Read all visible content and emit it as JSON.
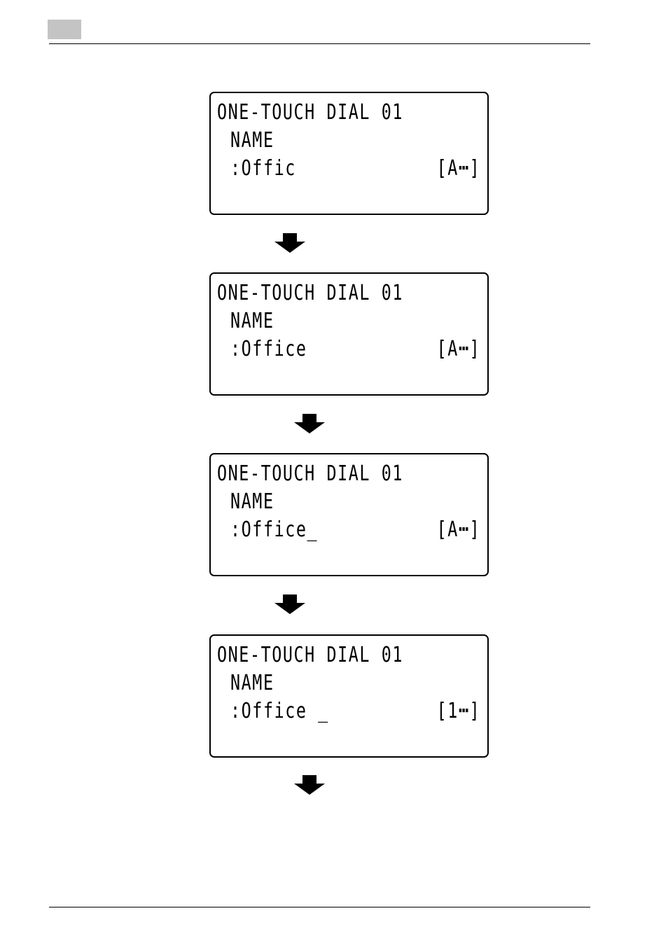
{
  "screens": [
    {
      "title": "ONE-TOUCH DIAL 01",
      "label": "NAME",
      "value": ":Offic",
      "mode": "[A┅]"
    },
    {
      "title": "ONE-TOUCH DIAL 01",
      "label": "NAME",
      "value": ":Office",
      "mode": "[A┅]"
    },
    {
      "title": "ONE-TOUCH DIAL 01",
      "label": "NAME",
      "value": ":Office_",
      "mode": "[A┅]"
    },
    {
      "title": "ONE-TOUCH DIAL 01",
      "label": "NAME",
      "value": ":Office _",
      "mode": "[1┅]"
    }
  ],
  "colors": {
    "header_tab": "#c4c4c4",
    "ink": "#000000"
  },
  "icons": {
    "step_arrow": "down-arrow-icon"
  }
}
